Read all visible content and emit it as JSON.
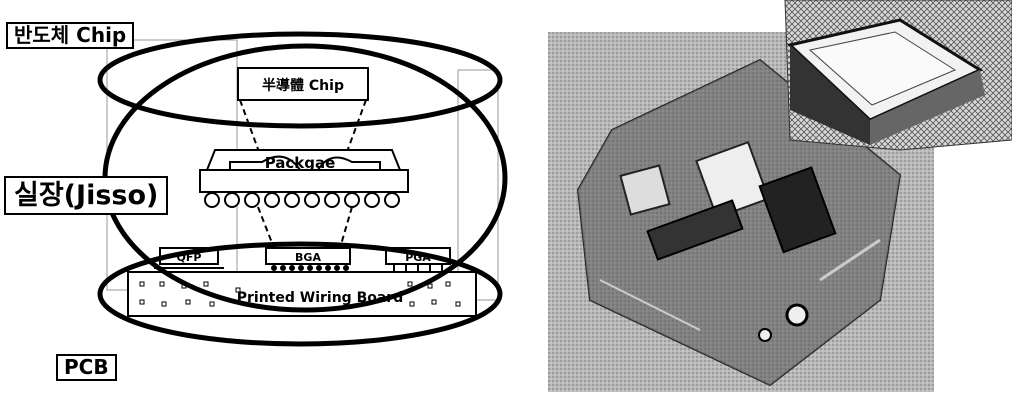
{
  "labels": {
    "chip_outer": "반도체 Chip",
    "jisso": "실장(Jisso)",
    "pcb": "PCB"
  },
  "diagram": {
    "chip_inner": "半導體 Chip",
    "package": "Packgae",
    "qfp": "QFP",
    "bga": "BGA",
    "pga": "PGA",
    "board": "Printed Wiring Board"
  },
  "colors": {
    "ink": "#000000",
    "photo_bg": "#b8b8b8"
  }
}
